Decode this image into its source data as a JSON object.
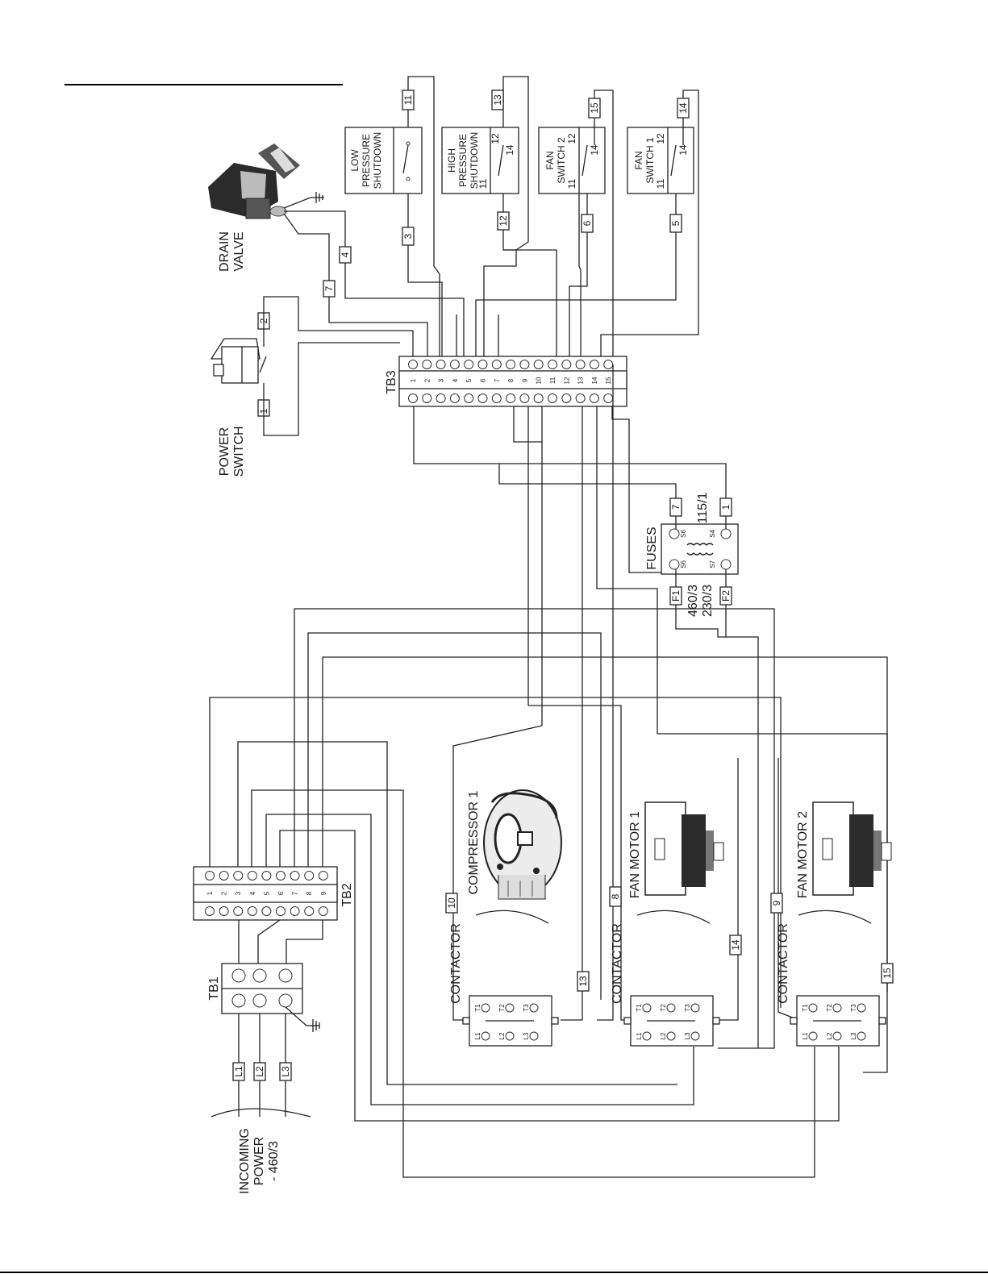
{
  "tags": {
    "power_switch": "1",
    "power_switch_b": "2",
    "lp_b": "11",
    "lp_a": "3",
    "hp_b": "13",
    "hp_a": "12",
    "fan2_b": "15",
    "fan2_a": "6",
    "fan1_b": "14",
    "fan1_a": "5",
    "drain_a": "4",
    "drain_b": "7",
    "fuse_out_a": "7",
    "fuse_out_b": "1",
    "fuse_in_a": "F1",
    "fuse_in_b": "F2",
    "comp_coil": "10",
    "comp_13": "13",
    "fm1_coil": "8",
    "fm1_14": "14",
    "fm2_coil": "9",
    "fm2_15": "15",
    "line1": "L1",
    "line2": "L2",
    "line3": "L3"
  },
  "labels": {
    "power_switch": [
      "POWER",
      "SWITCH"
    ],
    "drain_valve": [
      "DRAIN",
      "VALVE"
    ],
    "low_pressure": [
      "LOW",
      "PRESSURE",
      "SHUTDOWN"
    ],
    "high_pressure": [
      "HIGH",
      "PRESSURE",
      "SHUTDOWN"
    ],
    "fan_switch_2": [
      "FAN",
      "SWITCH 2"
    ],
    "fan_switch_1": [
      "FAN",
      "SWITCH 1"
    ],
    "tb3": "TB3",
    "tb2": "TB2",
    "tb1": "TB1",
    "fuses": "FUSES",
    "v115": "115/1",
    "v460": "460/3",
    "v230": "230/3",
    "compressor": "COMPRESSOR 1",
    "fan_motor_1": "FAN MOTOR 1",
    "fan_motor_2": "FAN MOTOR 2",
    "contactor": "CONTACTOR",
    "incoming": [
      "INCOMING",
      "POWER",
      "- 460/3"
    ]
  },
  "tb3_numbers": [
    "1",
    "2",
    "3",
    "4",
    "5",
    "6",
    "7",
    "8",
    "9",
    "10",
    "11",
    "12",
    "13",
    "14",
    "15"
  ],
  "tb2_numbers": [
    "1",
    "2",
    "3",
    "4",
    "5",
    "6",
    "7",
    "8",
    "9"
  ],
  "contactor_terms": [
    "L1",
    "L2",
    "L3",
    "T1",
    "T2",
    "T3"
  ],
  "switch_terms": [
    "11",
    "12",
    "14"
  ],
  "fuse_terms": [
    "S6",
    "S4",
    "S6",
    "S7"
  ]
}
